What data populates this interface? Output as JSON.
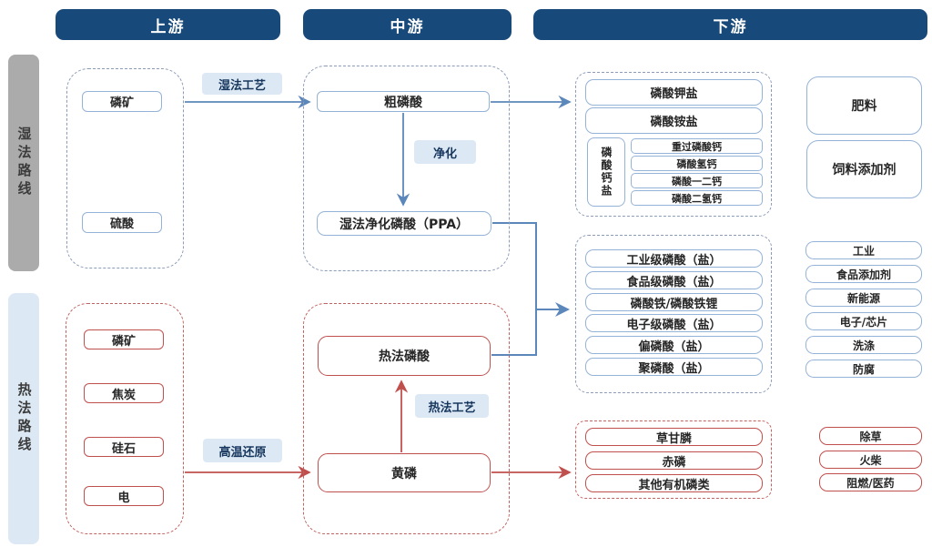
{
  "headers": {
    "upstream": "上游",
    "midstream": "中游",
    "downstream": "下游"
  },
  "routes": {
    "wet": "湿法路线",
    "thermal": "热法路线"
  },
  "wet": {
    "inputs": [
      "磷矿",
      "硫酸"
    ],
    "process_label": "湿法工艺",
    "crude_acid": "粗磷酸",
    "purify_label": "净化",
    "ppa": "湿法净化磷酸（PPA）",
    "phosphate_salts": [
      "磷酸钾盐",
      "磷酸铵盐"
    ],
    "calcium": {
      "label": "磷酸钙盐",
      "items": [
        "重过磷酸钙",
        "磷酸氢钙",
        "磷酸一二钙",
        "磷酸二氢钙"
      ]
    },
    "salt_uses": [
      "肥料",
      "饲料添加剂"
    ],
    "acids": [
      "工业级磷酸（盐）",
      "食品级磷酸（盐）",
      "磷酸铁/磷酸铁锂",
      "电子级磷酸（盐）",
      "偏磷酸（盐）",
      "聚磷酸（盐）"
    ],
    "acid_uses": [
      "工业",
      "食品添加剂",
      "新能源",
      "电子/芯片",
      "洗涤",
      "防腐"
    ]
  },
  "thermal": {
    "inputs": [
      "磷矿",
      "焦炭",
      "硅石",
      "电"
    ],
    "process_label": "高温还原",
    "thermal_acid": "热法磷酸",
    "acid_process_label": "热法工艺",
    "yellow_phosphorus": "黄磷",
    "products": [
      "草甘膦",
      "赤磷",
      "其他有机磷类"
    ],
    "product_uses": [
      "除草",
      "火柴",
      "阻燃/医药"
    ]
  },
  "colors": {
    "header_bg": "#17497a",
    "wet_bar_bg": "#ababab",
    "thermal_bar_bg": "#dce9f5",
    "blue_line": "#5b87ba",
    "red_line": "#c0504d",
    "node_border_blue": "#95b3d7",
    "node_border_red": "#c0504d",
    "process_label_bg": "#dce9f5"
  }
}
